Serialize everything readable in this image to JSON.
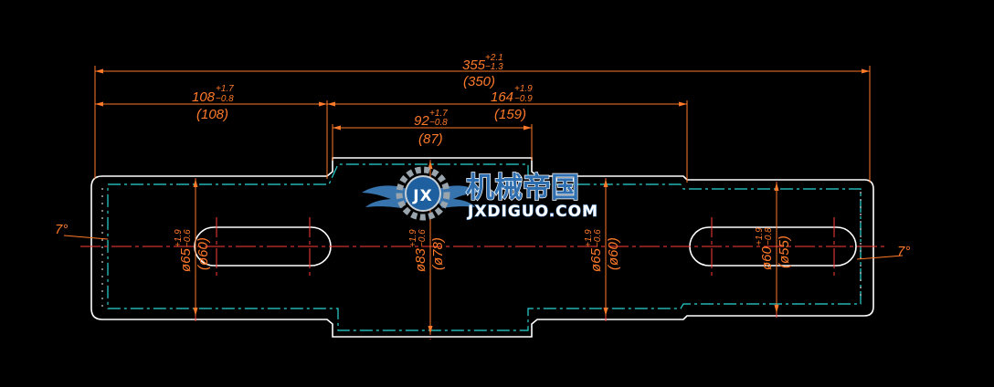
{
  "colors": {
    "background": "#000000",
    "outline": "#ffffff",
    "hidden_line": "#2bd6d6",
    "center_line": "#ff3a3a",
    "dimension": "#ff7a2a",
    "logo_blue": "#2f6fb0"
  },
  "dimensions": {
    "overall": {
      "nominal": "355",
      "upper": "+2.1",
      "lower": "−1.3",
      "ref": "(350)"
    },
    "left_section": {
      "nominal": "108",
      "upper": "+1.7",
      "lower": "−0.8",
      "ref": "(108)"
    },
    "middle_section": {
      "nominal": "92",
      "upper": "+1.7",
      "lower": "−0.8",
      "ref": "(87)"
    },
    "right_section": {
      "nominal": "164",
      "upper": "+1.9",
      "lower": "−0.9",
      "ref": "(159)"
    },
    "dia_left": {
      "nominal": "ø65",
      "upper": "+1.9",
      "lower": "−0.6",
      "ref": "(ø60)"
    },
    "dia_center": {
      "nominal": "ø83",
      "upper": "+1.9",
      "lower": "−0.6",
      "ref": "(ø78)"
    },
    "dia_mid_right": {
      "nominal": "ø65",
      "upper": "+1.9",
      "lower": "−0.6",
      "ref": "(ø60)"
    },
    "dia_right": {
      "nominal": "ø60",
      "upper": "+1.9",
      "lower": "−0.8",
      "ref": "(ø55)"
    },
    "angle_left": "7°",
    "angle_right": "7°"
  },
  "logo": {
    "name_cn": "机械帝国",
    "url": "JXDIGUO.COM",
    "emblem_text": "JX"
  }
}
